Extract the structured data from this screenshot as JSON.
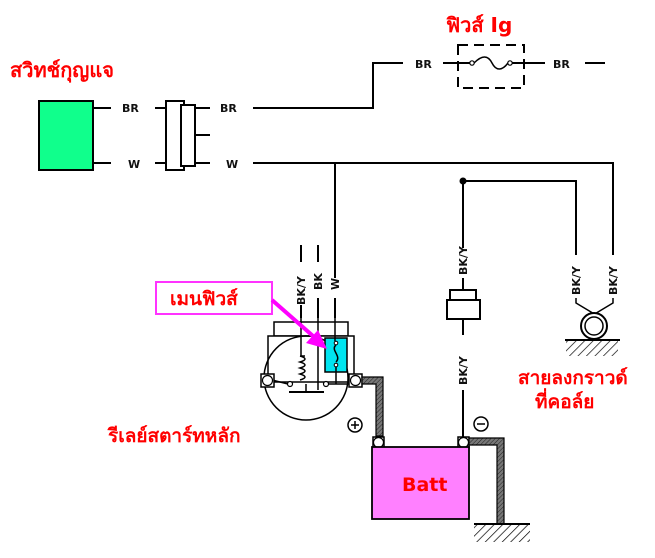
{
  "titles": {
    "ignition_switch": "สวิทช์กุญแจ",
    "ignition_fuse": "ฟิวส์ Ig",
    "main_fuse": "เมนฟิวส์",
    "starter_relay": "รีเลย์สตาร์ทหลัก",
    "coil_ground_line1": "สายลงกราวด์",
    "coil_ground_line2": "ที่คอล์ย"
  },
  "wire_labels": {
    "switch_br": "BR",
    "switch_w": "W",
    "connector_br": "BR",
    "connector_w": "W",
    "fuse_in_br": "BR",
    "fuse_out_br": "BR",
    "relay_bky": "BK/Y",
    "relay_bk": "BK",
    "relay_w": "W",
    "diode_top": "BK/Y",
    "diode_bottom": "BK/Y",
    "coil_left": "BK/Y",
    "coil_right": "BK/Y"
  },
  "battery": {
    "label": "Batt",
    "positive_symbol": "+",
    "negative_symbol": "−"
  },
  "colors": {
    "switch_fill": "#10ff8c",
    "battery_fill": "#ff80ff",
    "main_fuse_fill": "#00e5f0",
    "callout_border": "#ff33ff",
    "arrow": "#ff00ff",
    "title_text": "#ff0000"
  }
}
